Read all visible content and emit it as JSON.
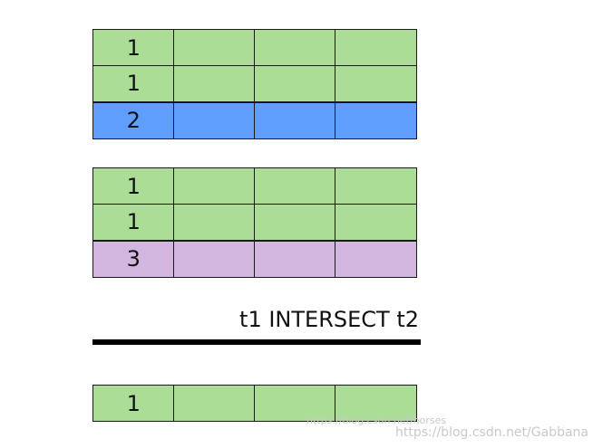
{
  "colors": {
    "match": "#abdd96",
    "t1_only": "#5f9ffb",
    "t2_only": "#d3b6df",
    "border": "#1a1a1a"
  },
  "tables": {
    "t1": {
      "rows": [
        {
          "key": "1",
          "color": "match"
        },
        {
          "key": "1",
          "color": "match"
        },
        {
          "key": "2",
          "color": "t1_only"
        }
      ]
    },
    "t2": {
      "rows": [
        {
          "key": "1",
          "color": "match"
        },
        {
          "key": "1",
          "color": "match"
        },
        {
          "key": "3",
          "color": "t2_only"
        }
      ]
    },
    "result": {
      "rows": [
        {
          "key": "1",
          "color": "match"
        }
      ]
    }
  },
  "caption": "t1 INTERSECT t2",
  "watermark": {
    "faint": "https://blog.csdn.net/horses",
    "main": "https://blog.csdn.net/Gabbana"
  }
}
